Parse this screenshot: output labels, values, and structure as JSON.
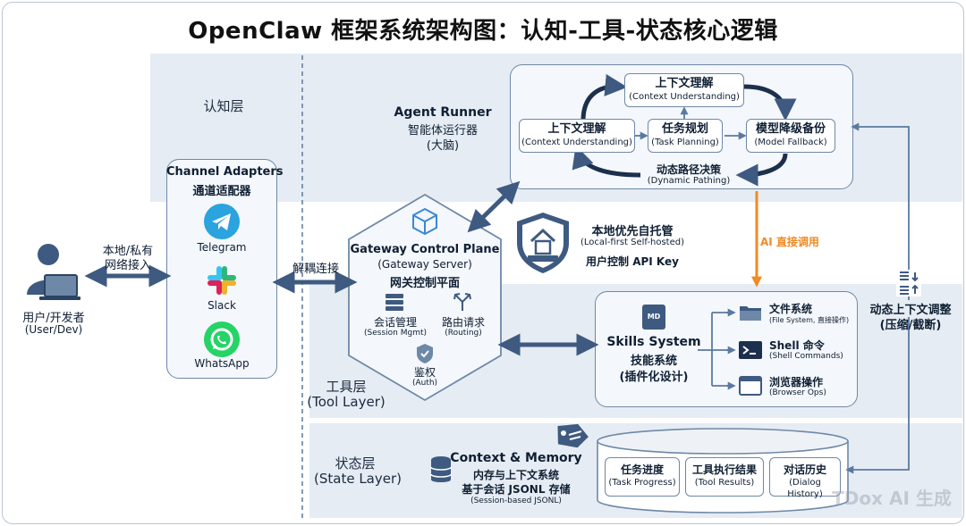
{
  "title": "OpenClaw 框架系统架构图：认知-工具-状态核心逻辑",
  "layers": {
    "cognition": "认知层",
    "tool": "工具层",
    "tool_en": "(Tool Layer)",
    "state": "状态层",
    "state_en": "(State Layer)"
  },
  "user": {
    "label": "用户/开发者",
    "sub": "(User/Dev)"
  },
  "access": {
    "line1": "本地/私有",
    "line2": "网络接入"
  },
  "channel": {
    "title": "Channel Adapters",
    "subtitle": "通道适配器",
    "apps": [
      "Telegram",
      "Slack",
      "WhatsApp"
    ]
  },
  "decouple": "解耦连接",
  "gateway": {
    "title": "Gateway Control Plane",
    "server": "(Gateway Server)",
    "cn": "网关控制平面",
    "session": "会话管理",
    "session_en": "(Session Mgmt)",
    "routing": "路由请求",
    "routing_en": "(Routing)",
    "auth": "鉴权",
    "auth_en": "(Auth)"
  },
  "runner": {
    "title": "Agent Runner",
    "cn": "智能体运行器",
    "brain": "(大脑)"
  },
  "loop": {
    "top_cn": "上下文理解",
    "top_en": "(Context Understanding)",
    "left_cn": "上下文理解",
    "left_en": "(Context Understanding)",
    "plan_cn": "任务规划",
    "plan_en": "(Task Planning)",
    "fallback_cn": "模型降级备份",
    "fallback_en": "(Model Fallback)",
    "path_cn": "动态路径决策",
    "path_en": "(Dynamic Pathing)"
  },
  "local_first": {
    "line1": "本地优先自托管",
    "line2": "(Local-first Self-hosted)",
    "line3": "用户控制 API Key"
  },
  "ai_call": "AI 直接调用",
  "skills": {
    "badge": "MD",
    "title": "Skills System",
    "cn": "技能系统",
    "plugin": "(插件化设计)",
    "items": [
      {
        "cn": "文件系统",
        "en": "(File System, 直接操作)"
      },
      {
        "cn": "Shell 命令",
        "en": "(Shell Commands)"
      },
      {
        "cn": "浏览器操作",
        "en": "(Browser Ops)"
      }
    ]
  },
  "context_adjust": {
    "line1": "动态上下文调整",
    "line2": "(压缩/截断)"
  },
  "memory": {
    "title": "Context & Memory",
    "cn": "内存与上下文系统",
    "jsonl": "基于会话 JSONL 存储",
    "jsonl_en": "(Session-based JSONL)",
    "items": [
      {
        "cn": "任务进度",
        "en": "(Task Progress)"
      },
      {
        "cn": "工具执行结果",
        "en": "(Tool Results)"
      },
      {
        "cn": "对话历史",
        "en": "(Dialog History)"
      }
    ]
  },
  "watermark": "TDox AI 生成",
  "colors": {
    "band": "#e6ecf3",
    "border": "#6e88a8",
    "arrow": "#5b79a0",
    "orange": "#f08a24",
    "navy": "#3e5a80"
  }
}
